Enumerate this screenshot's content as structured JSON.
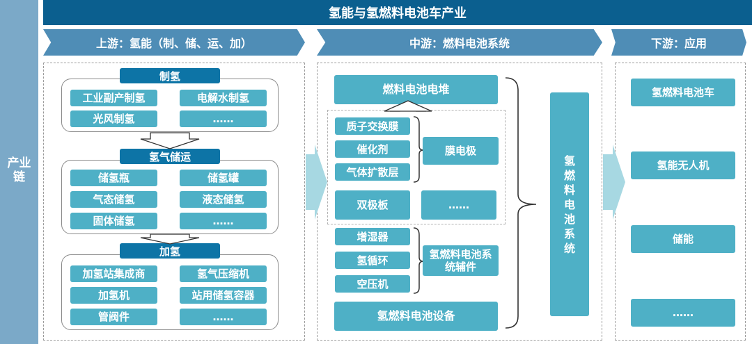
{
  "title": "氢能与氢燃料电池车产业",
  "side_label": "产业链",
  "sections": {
    "upstream": "上游：氢能（制、储、运、加）",
    "midstream": "中游：燃料电池系统",
    "downstream": "下游：应用"
  },
  "upstream": {
    "produce": {
      "header": "制氢",
      "items": [
        "工业副产制氢",
        "电解水制氢",
        "光风制氢",
        "……"
      ]
    },
    "store": {
      "header": "氢气储运",
      "items": [
        "储氢瓶",
        "储氢罐",
        "气态储氢",
        "液态储氢",
        "固体储氢",
        "……"
      ]
    },
    "refuel": {
      "header": "加氢",
      "items": [
        "加氢站集成商",
        "氢气压缩机",
        "加氢机",
        "站用储氢容器",
        "管阀件",
        "……"
      ]
    }
  },
  "midstream": {
    "stack": "燃料电池电堆",
    "mea_parts": [
      "质子交换膜",
      "催化剂",
      "气体扩散层"
    ],
    "mea": "膜电极",
    "bipolar": "双极板",
    "other": "……",
    "aux_parts": [
      "增湿器",
      "氢循环",
      "空压机"
    ],
    "aux": "氢燃料电池系统辅件",
    "equipment": "氢燃料电池设备",
    "system": "氢燃料电池系统"
  },
  "downstream": {
    "items": [
      "氢燃料电池车",
      "氢能无人机",
      "储能",
      "……"
    ]
  }
}
